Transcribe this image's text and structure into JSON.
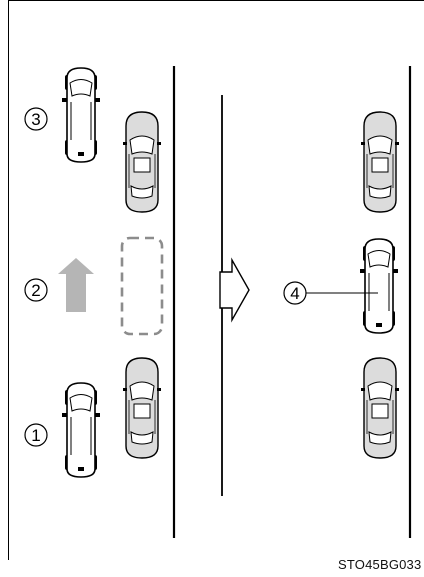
{
  "diagram": {
    "callouts": [
      "1",
      "2",
      "3",
      "4"
    ],
    "code": "STO45BG033"
  },
  "colors": {
    "line": "#000000",
    "car_fill": "#dcdcdc",
    "arrow_fill": "#b5b5b5",
    "dashed_space": "#8c8c8c"
  }
}
